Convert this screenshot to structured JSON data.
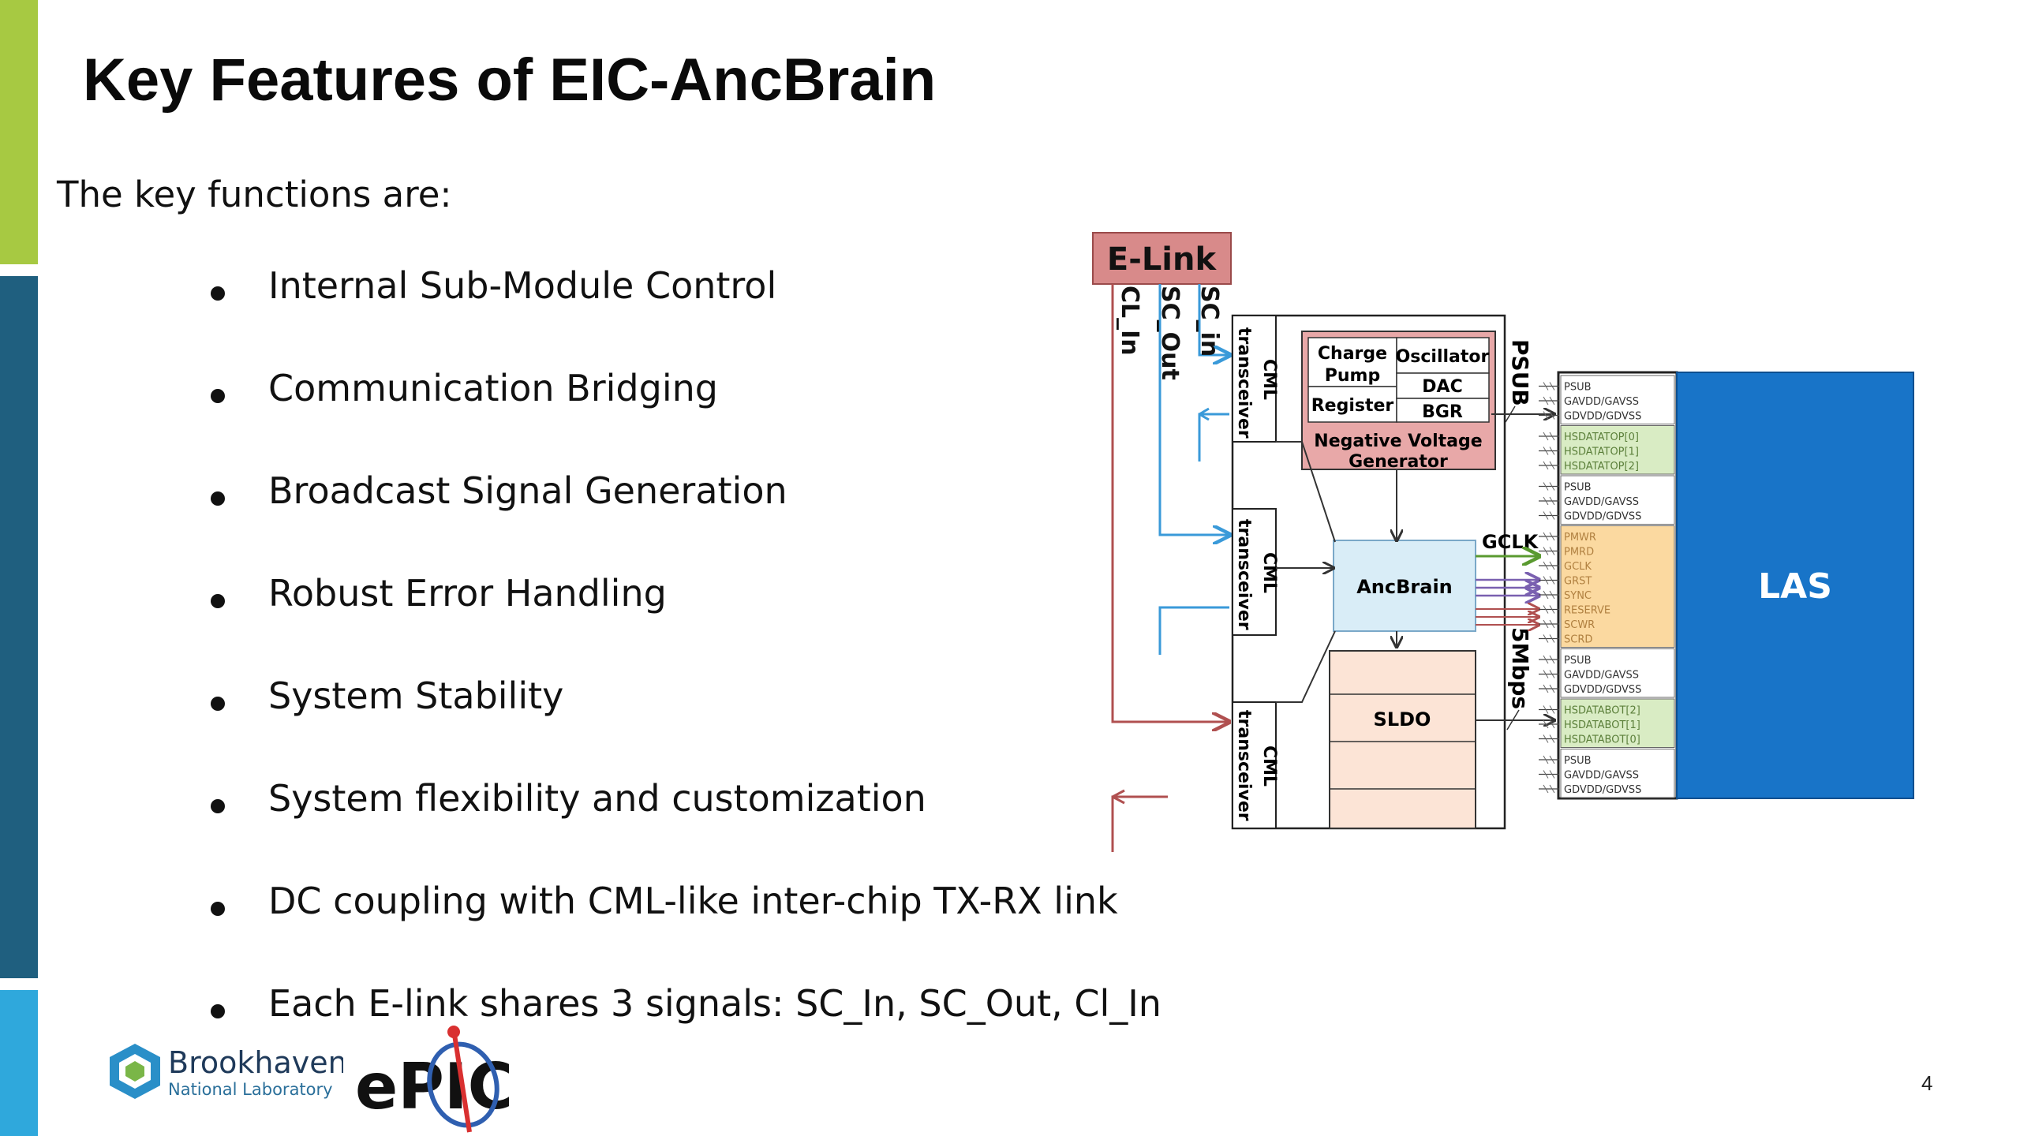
{
  "slide": {
    "title": "Key Features of EIC-AncBrain",
    "intro": "The key functions are:",
    "bullets": [
      "Internal Sub-Module Control",
      "Communication Bridging",
      "Broadcast Signal Generation",
      "Robust Error Handling",
      "System Stability",
      "System flexibility and customization",
      "DC coupling with CML-like inter-chip TX-RX link",
      "Each E-link shares 3 signals: SC_In, SC_Out, Cl_In"
    ],
    "page_number": "4"
  },
  "diagram": {
    "elink": "E-Link",
    "sc_in": "SC_in",
    "sc_out": "SC_Out",
    "cl_in": "CL_In",
    "cml_labels": [
      "CML",
      "CML",
      "CML"
    ],
    "transceiver_labels": [
      "transceiver",
      "transceiver",
      "transceiver"
    ],
    "charge_pump": [
      "Charge",
      "Pump"
    ],
    "register": "Register",
    "oscillator": "Oscillator",
    "dac": "DAC",
    "bgr": "BGR",
    "nvg": [
      "Negative Voltage",
      "Generator"
    ],
    "psub": "PSUB",
    "gclk": "GCLK",
    "ancbrain": "AncBrain",
    "sldo": "SLDO",
    "mbps": "5Mbps",
    "las": "LAS",
    "pin_groups": [
      {
        "pins": [
          "PSUB",
          "GAVDD/GAVSS",
          "GDVDD/GDVSS"
        ],
        "color": "#ffffff",
        "text": "#333333"
      },
      {
        "pins": [
          "HSDATATOP[0]",
          "HSDATATOP[1]",
          "HSDATATOP[2]"
        ],
        "color": "#d9ecc4",
        "text": "#5b7f3a"
      },
      {
        "pins": [
          "PSUB",
          "GAVDD/GAVSS",
          "GDVDD/GDVSS"
        ],
        "color": "#ffffff",
        "text": "#333333"
      },
      {
        "pins": [
          "PMWR",
          "PMRD",
          "GCLK",
          "GRST",
          "SYNC",
          "RESERVE",
          "SCWR",
          "SCRD"
        ],
        "color": "#fbd9a0",
        "text": "#b08040"
      },
      {
        "pins": [
          "PSUB",
          "GAVDD/GAVSS",
          "GDVDD/GDVSS"
        ],
        "color": "#ffffff",
        "text": "#333333"
      },
      {
        "pins": [
          "HSDATABOT[2]",
          "HSDATABOT[1]",
          "HSDATABOT[0]"
        ],
        "color": "#d9ecc4",
        "text": "#5b7f3a"
      },
      {
        "pins": [
          "PSUB",
          "GAVDD/GAVSS",
          "GDVDD/GDVSS"
        ],
        "color": "#ffffff",
        "text": "#333333"
      }
    ]
  },
  "logos": {
    "bnl_name": "Brookhaven",
    "bnl_sub": "National Laboratory",
    "epic": "ePIC"
  },
  "colors": {
    "bar_green": "#a7c942",
    "bar_teal": "#1f5f7f",
    "bar_cyan": "#2fa8dc",
    "elink_fill": "#d88a8a",
    "nvg_fill": "#e8a8a8",
    "ancbrain_fill": "#d9edf7",
    "sldo_fill": "#fce4d6",
    "las_fill": "#1874c8",
    "wire_blue": "#3a9ad9",
    "wire_red": "#b05050",
    "wire_green": "#5a9a30",
    "wire_purple": "#7a60b0"
  }
}
